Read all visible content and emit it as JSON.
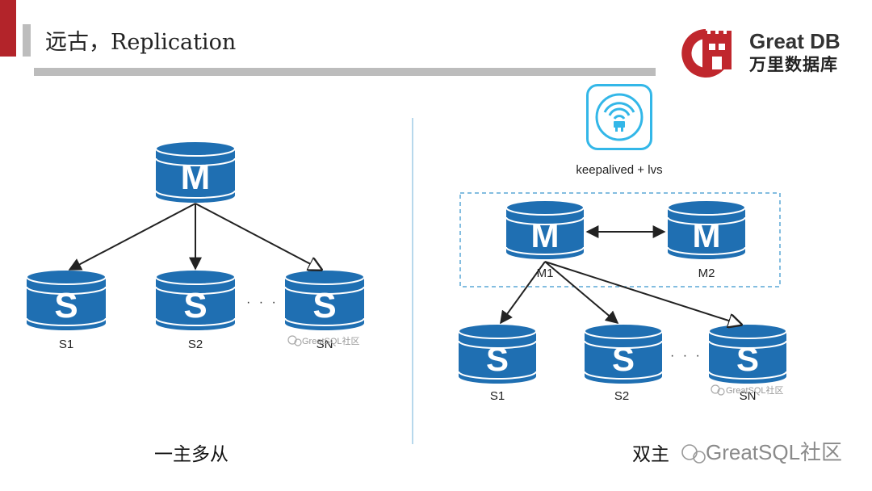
{
  "slide": {
    "title": "远古，Replication"
  },
  "logo": {
    "brand_en": "Great DB",
    "brand_cn": "万里数据库"
  },
  "left_diagram": {
    "master_glyph": "M",
    "slave_glyph": "S",
    "slave_labels": [
      "S1",
      "S2",
      "SN"
    ],
    "ellipsis": "· · ·",
    "watermark": "GreatSQL社区",
    "caption": "一主多从"
  },
  "right_diagram": {
    "load_balancer_label": "keepalived + lvs",
    "master_glyph": "M",
    "slave_glyph": "S",
    "master_labels": [
      "M1",
      "M2"
    ],
    "slave_labels": [
      "S1",
      "S2",
      "SN"
    ],
    "ellipsis": "· · ·",
    "watermark": "GreatSQL社区",
    "caption": "双主"
  },
  "page_watermark": "GreatSQL社区",
  "colors": {
    "db_blue": "#1f6fb2",
    "db_edge": "#ffffff",
    "accent_red": "#b3242a",
    "lb_cyan": "#33b7e8",
    "dashed_box": "#5aa7d6",
    "arrow": "#222222"
  }
}
